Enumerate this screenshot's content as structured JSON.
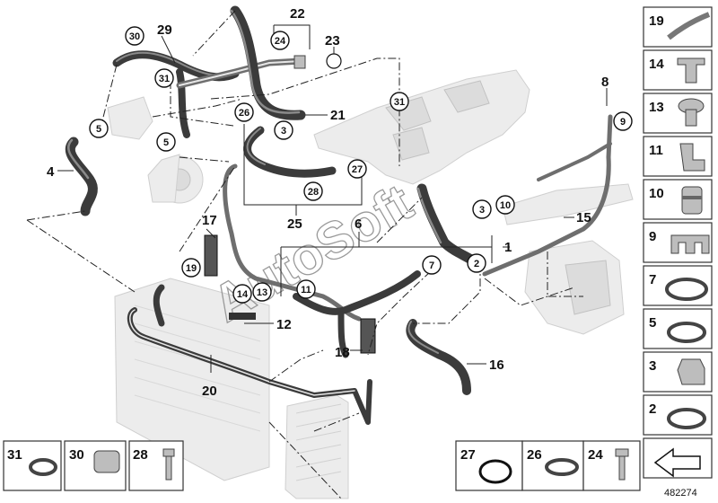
{
  "diagram": {
    "watermark": "AutoSoft",
    "doc_number": "482274",
    "callouts": {
      "c30": "30",
      "c31a": "31",
      "c5a": "5",
      "c5b": "5",
      "c26": "26",
      "c3a": "3",
      "c24": "24",
      "c31b": "31",
      "c27": "27",
      "c28": "28",
      "c9": "9",
      "c3b": "3",
      "c10": "10",
      "c7": "7",
      "c2": "2",
      "c19": "19",
      "c14": "14",
      "c13": "13",
      "c11": "11"
    },
    "labels": {
      "l29": "29",
      "l22": "22",
      "l23": "23",
      "l21": "21",
      "l4": "4",
      "l8": "8",
      "l25": "25",
      "l6": "6",
      "l1": "1",
      "l15": "15",
      "l17": "17",
      "l12": "12",
      "l18": "18",
      "l16": "16",
      "l20": "20"
    },
    "sidebar": [
      {
        "num": "19",
        "part": "hose-guide"
      },
      {
        "num": "14",
        "part": "hose-clip"
      },
      {
        "num": "13",
        "part": "expanding-rivet"
      },
      {
        "num": "11",
        "part": "bracket-clip"
      },
      {
        "num": "10",
        "part": "connector-sleeve"
      },
      {
        "num": "9",
        "part": "double-clip"
      },
      {
        "num": "7",
        "part": "hose-clamp"
      },
      {
        "num": "5",
        "part": "hose-clamp"
      },
      {
        "num": "3",
        "part": "quick-release-clip"
      },
      {
        "num": "2",
        "part": "hose-clamp"
      }
    ],
    "bottom_parts": [
      {
        "num": "31",
        "part": "hose-clamp"
      },
      {
        "num": "30",
        "part": "clip"
      },
      {
        "num": "28",
        "part": "bolt"
      },
      {
        "num": "27",
        "part": "o-ring"
      },
      {
        "num": "26",
        "part": "hose-clamp"
      },
      {
        "num": "24",
        "part": "bolt"
      }
    ]
  }
}
